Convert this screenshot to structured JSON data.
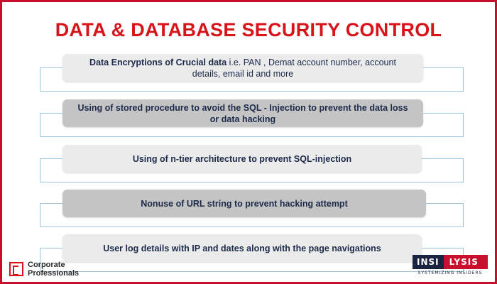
{
  "title": "DATA & DATABASE SECURITY CONTROL",
  "items": [
    {
      "bold": "Data Encryptions of Crucial data",
      "text": " i.e. PAN , Demat account number, account details, email id and more",
      "shade": "light"
    },
    {
      "bold": "Using of stored procedure to  avoid the SQL - Injection to prevent the data loss or data hacking",
      "text": "",
      "shade": "dark"
    },
    {
      "bold": "Using of n-tier architecture to prevent SQL-injection",
      "text": "",
      "shade": "light"
    },
    {
      "bold": "Nonuse of URL string to prevent hacking attempt",
      "text": "",
      "shade": "dark"
    },
    {
      "bold": "User log details with IP and dates along with the page navigations",
      "text": "",
      "shade": "light"
    }
  ],
  "logos": {
    "corporate_line1": "Corporate",
    "corporate_line2": "Professionals",
    "insi_left": "INSI",
    "insi_right": "LYSIS",
    "insi_tagline": "SYSTEMIZING INSIDERS"
  },
  "colors": {
    "title": "#d7141a",
    "border": "#c8102e",
    "frame": "#9ec3dd",
    "card_light": "#ebebeb",
    "card_dark": "#c4c4c4",
    "text": "#1c2a4a"
  }
}
